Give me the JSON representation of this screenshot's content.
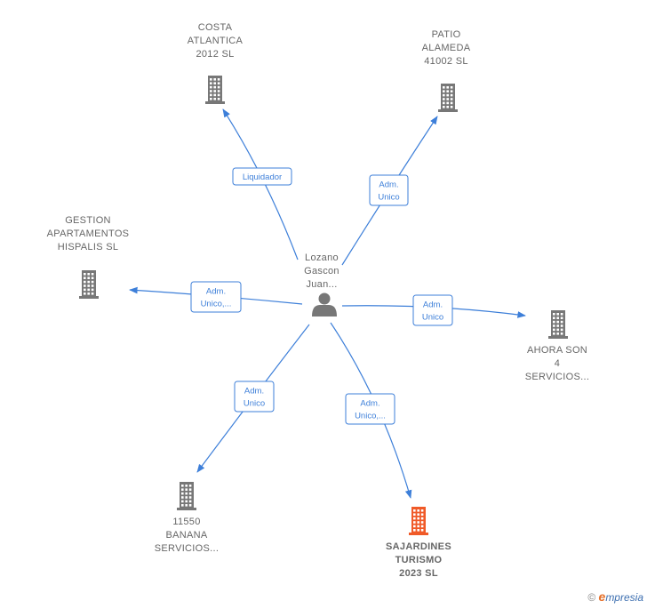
{
  "center": {
    "id": "person",
    "label": [
      "Lozano",
      "Gascon",
      "Juan..."
    ],
    "icon": "person-icon"
  },
  "nodes": [
    {
      "id": "costa",
      "label": [
        "COSTA",
        "ATLANTICA",
        "2012 SL"
      ],
      "icon": "building-icon",
      "color": "#777777"
    },
    {
      "id": "patio",
      "label": [
        "PATIO",
        "ALAMEDA",
        "41002  SL"
      ],
      "icon": "building-icon",
      "color": "#777777"
    },
    {
      "id": "gestion",
      "label": [
        "GESTION",
        "APARTAMENTOS",
        "HISPALIS  SL"
      ],
      "icon": "building-icon",
      "color": "#777777"
    },
    {
      "id": "ahora",
      "label": [
        "AHORA SON",
        "4",
        "SERVICIOS..."
      ],
      "icon": "building-icon",
      "color": "#777777"
    },
    {
      "id": "banana",
      "label": [
        "11550",
        "BANANA",
        "SERVICIOS..."
      ],
      "icon": "building-icon",
      "color": "#777777"
    },
    {
      "id": "sajardines",
      "label": [
        "SAJARDINES",
        "TURISMO",
        "2023  SL"
      ],
      "icon": "building-icon",
      "color": "#f05a28",
      "focus": true
    }
  ],
  "edges": [
    {
      "to": "costa",
      "label": [
        "Liquidador"
      ]
    },
    {
      "to": "patio",
      "label": [
        "Adm.",
        "Unico"
      ]
    },
    {
      "to": "gestion",
      "label": [
        "Adm.",
        "Unico,..."
      ]
    },
    {
      "to": "ahora",
      "label": [
        "Adm.",
        "Unico"
      ]
    },
    {
      "to": "banana",
      "label": [
        "Adm.",
        "Unico"
      ]
    },
    {
      "to": "sajardines",
      "label": [
        "Adm.",
        "Unico,..."
      ]
    }
  ],
  "colors": {
    "edge": "#3d7fd9",
    "icon": "#777777",
    "focus": "#f05a28"
  },
  "brand": {
    "copyright": "©",
    "initial": "e",
    "rest": "mpresia"
  }
}
